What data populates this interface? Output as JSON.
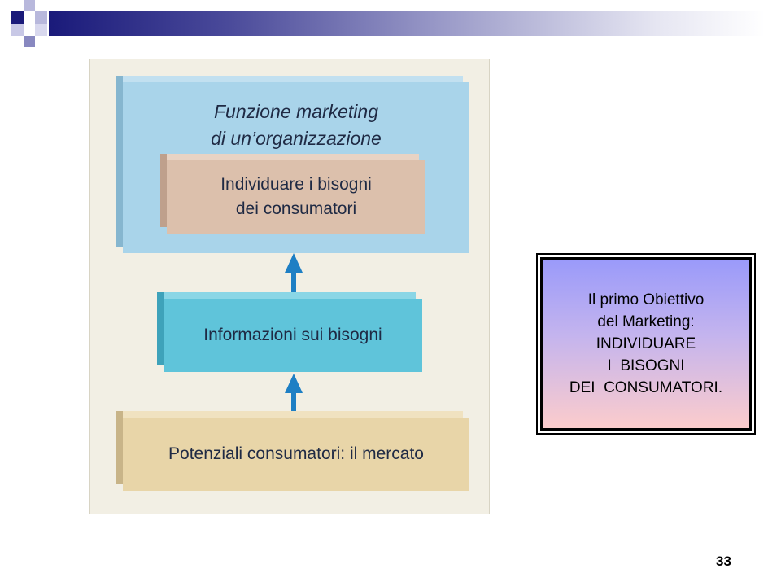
{
  "diagram": {
    "top_box": {
      "title_lines": [
        "Funzione marketing",
        "di un’organizzazione"
      ],
      "inner_lines": [
        "Individuare i bisogni",
        "dei consumatori"
      ]
    },
    "middle_box": {
      "label": "Informazioni sui bisogni"
    },
    "bottom_box": {
      "label": "Potenziali consumatori: il mercato"
    },
    "colors": {
      "top_box": "#a9d4ea",
      "inner_box": "#dcc0ac",
      "middle_box": "#5fc4da",
      "bottom_box": "#e8d5a8",
      "arrow": "#1e7fc4"
    }
  },
  "callout": {
    "lines": [
      "Il primo Obiettivo",
      "del Marketing:",
      "INDIVIDUARE",
      "I  BISOGNI",
      "DEI  CONSUMATORI."
    ]
  },
  "slide": {
    "page_number": "33"
  }
}
